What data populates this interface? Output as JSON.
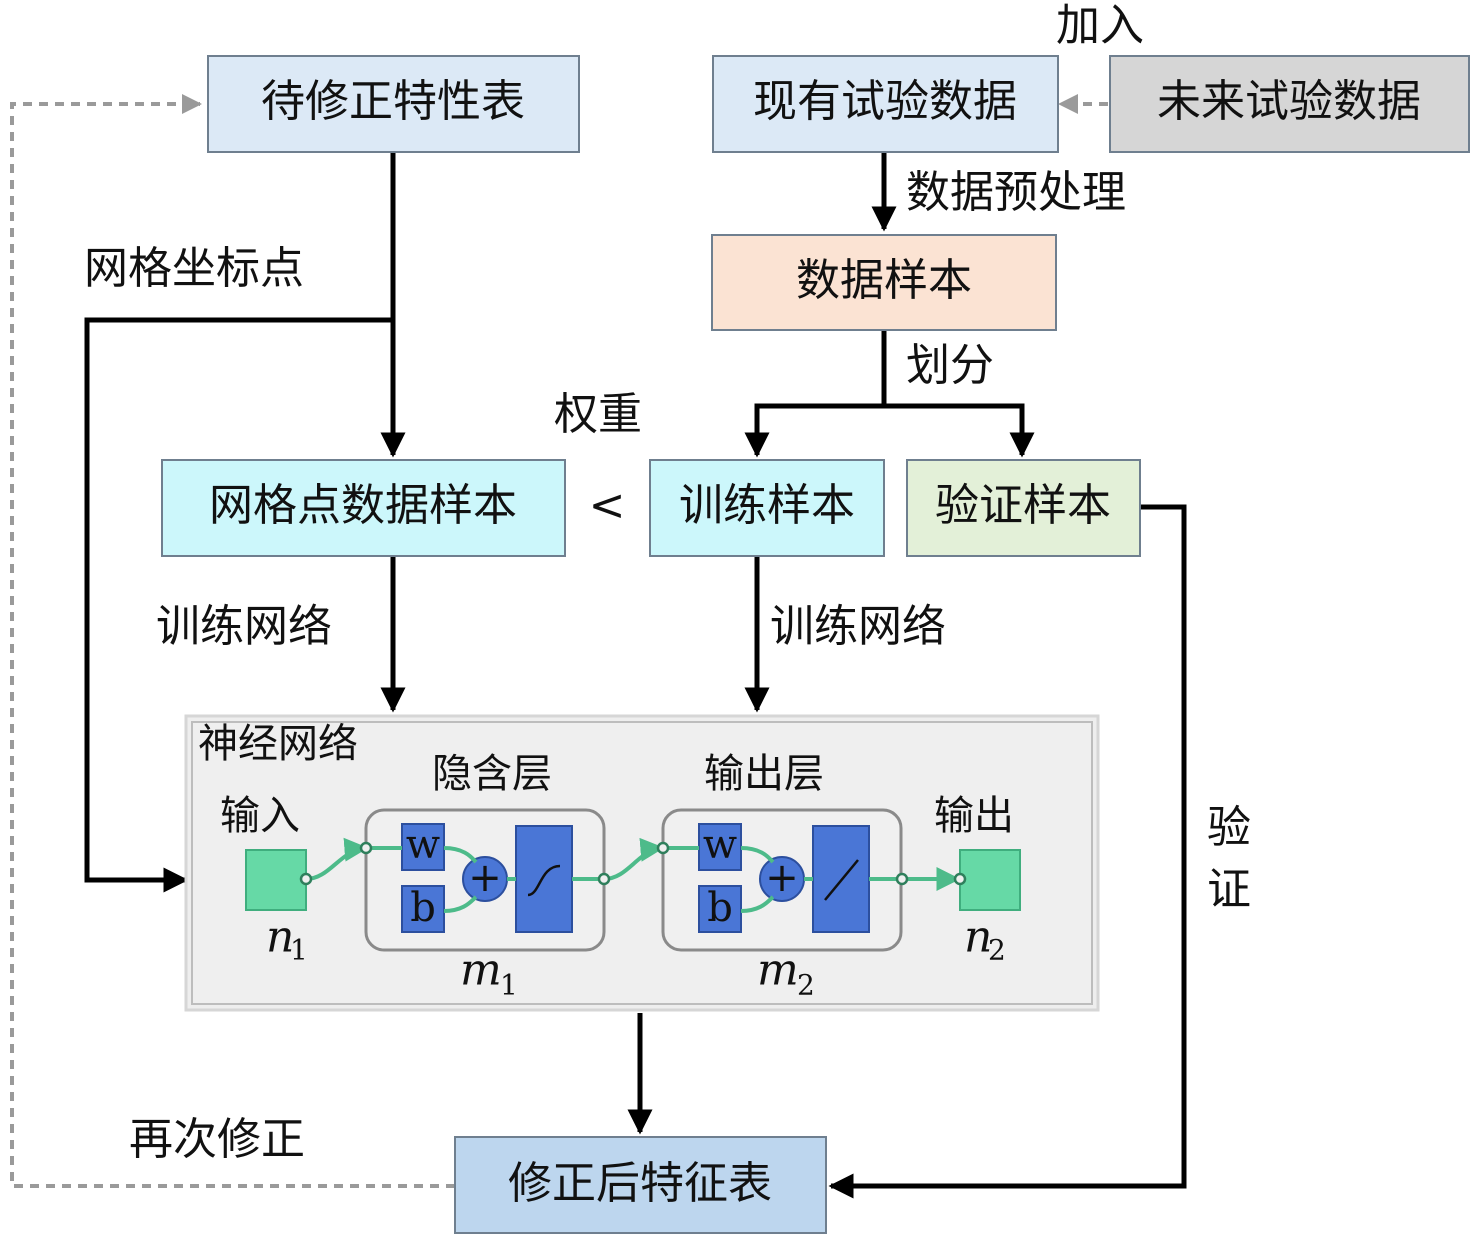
{
  "boxes": {
    "table_to_correct": "待修正特性表",
    "existing_data": "现有试验数据",
    "future_data": "未来试验数据",
    "data_samples": "数据样本",
    "grid_samples": "网格点数据样本",
    "train_samples": "训练样本",
    "validation_samples": "验证样本",
    "corrected_table": "修正后特征表"
  },
  "labels": {
    "add": "加入",
    "preprocess": "数据预处理",
    "divide": "划分",
    "grid_coords": "网格坐标点",
    "weight": "权重",
    "less_than": "<",
    "train_net_left": "训练网络",
    "train_net_right": "训练网络",
    "verify_1": "验",
    "verify_2": "证",
    "recorrect": "再次修正"
  },
  "network": {
    "title": "神经网络",
    "input": "输入",
    "hidden_layer": "隐含层",
    "output_layer": "输出层",
    "output": "输出",
    "weight_symbol": "w",
    "bias_symbol": "b",
    "sum_symbol": "+",
    "n1_var": "n",
    "n1_sub": "1",
    "n2_var": "n",
    "n2_sub": "2",
    "m1_var": "m",
    "m1_sub": "1",
    "m2_var": "m",
    "m2_sub": "2"
  },
  "colors": {
    "light_blue": "#dce9f6",
    "cyan": "#ccf7fb",
    "salmon": "#fbe3d3",
    "green": "#e3f0d8",
    "gray": "#d6d6d6",
    "final_blue": "#bdd6ee",
    "node_green": "#66d9a6",
    "layer_blue": "#4a76d6"
  }
}
